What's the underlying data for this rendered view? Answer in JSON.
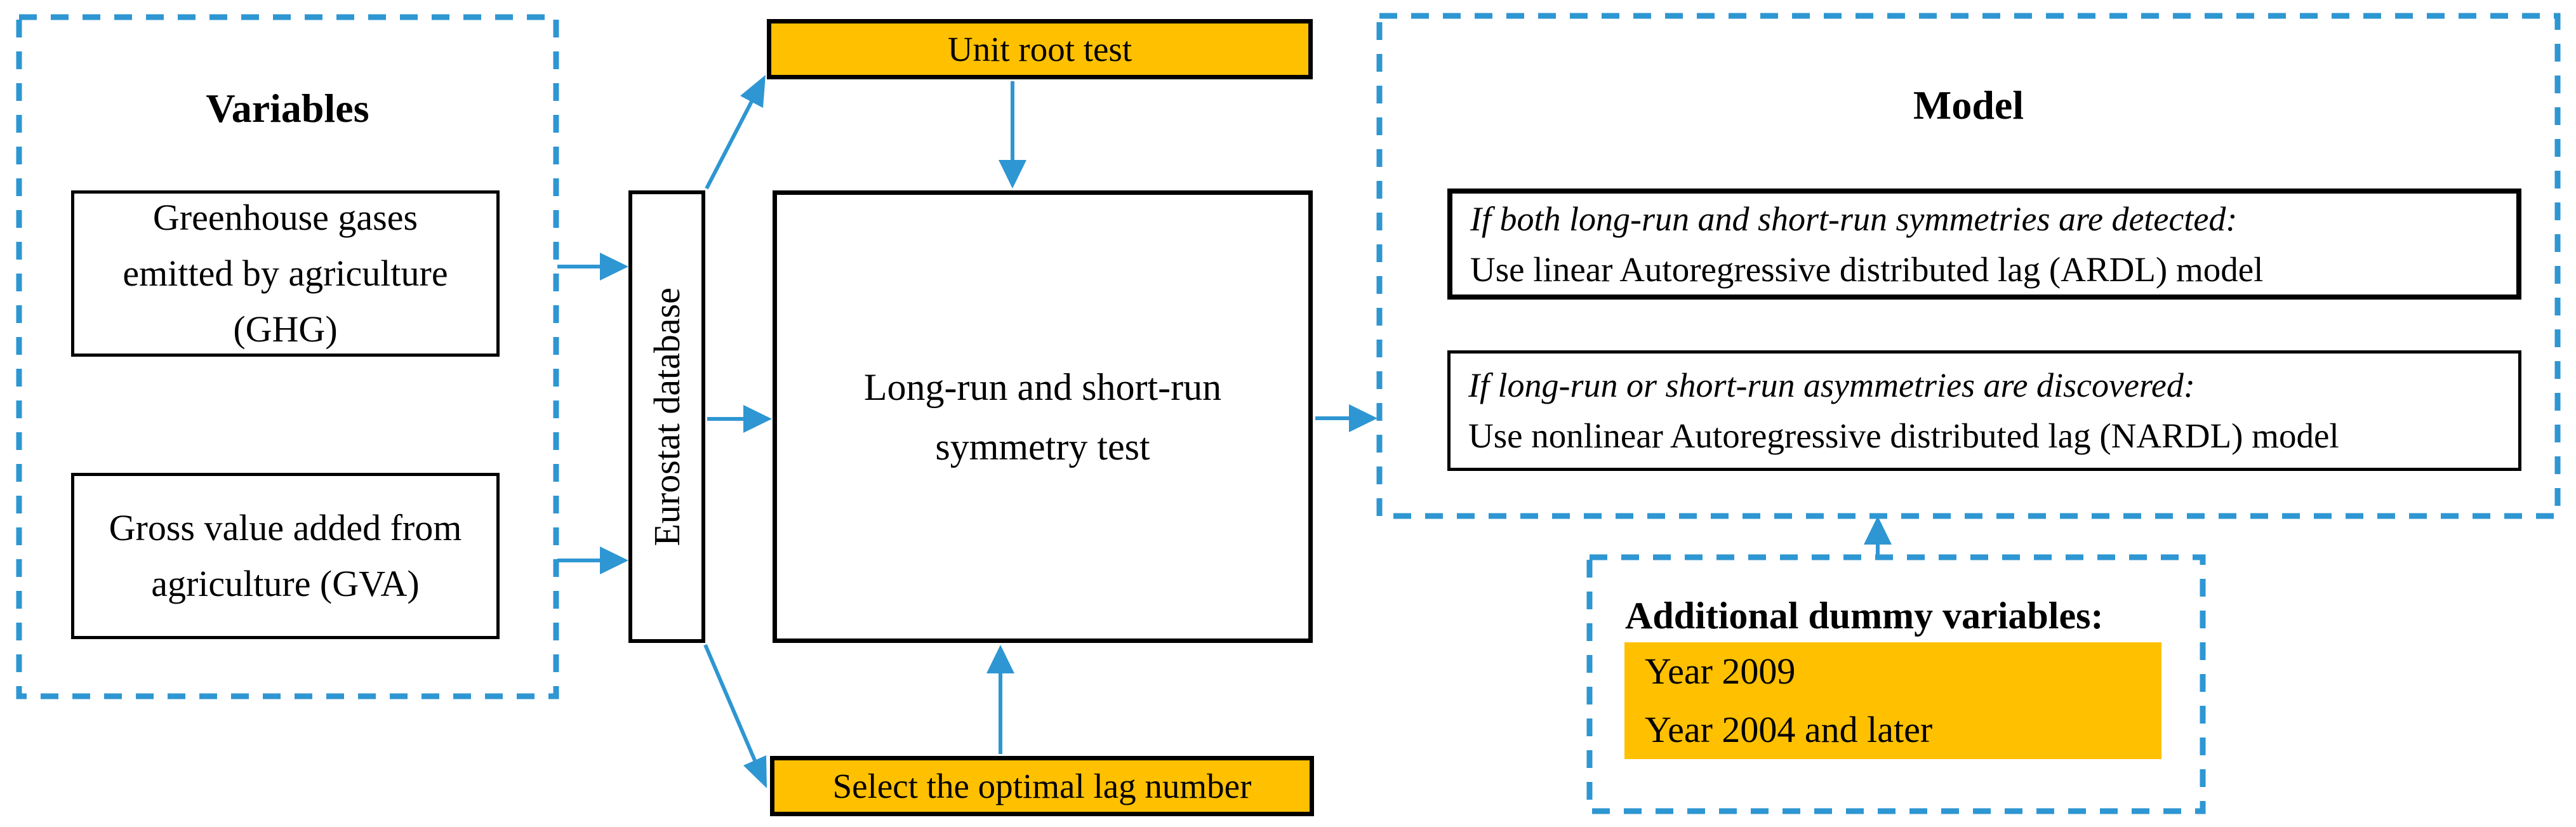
{
  "figure": {
    "colors": {
      "accent_blue": "#2E96D2",
      "highlight_orange": "#FFC000",
      "box_border_black": "#000000"
    }
  },
  "variables_panel": {
    "title": "Variables",
    "ghg_box": "Greenhouse gases\nemitted by agriculture\n(GHG)",
    "gva_box": "Gross value added from\nagriculture (GVA)"
  },
  "database": {
    "label": "Eurostat database"
  },
  "process": {
    "unit_root_test": "Unit root test",
    "symmetry_test": "Long-run and short-run\nsymmetry test",
    "lag_selection": "Select the optimal lag number"
  },
  "model_panel": {
    "title": "Model",
    "ardl": {
      "condition": "If both long-run and short-run symmetries are detected:",
      "action": "Use linear Autoregressive distributed lag (ARDL) model"
    },
    "nardl": {
      "condition": "If long-run or short-run asymmetries are discovered:",
      "action": "Use nonlinear Autoregressive distributed lag (NARDL) model"
    }
  },
  "dummy_panel": {
    "title": "Additional dummy variables:",
    "items": [
      "Year 2009",
      "Year 2004 and later"
    ]
  }
}
